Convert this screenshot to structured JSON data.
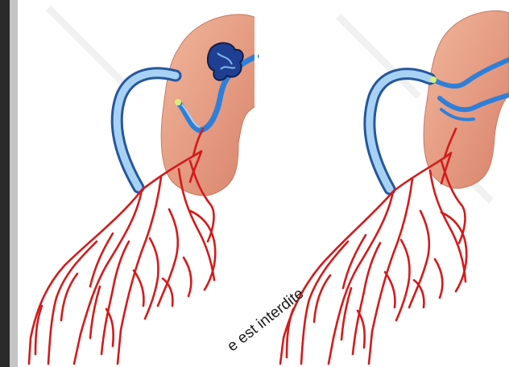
{
  "watermark": {
    "text": "e est interdite"
  },
  "colors": {
    "heart_fill": "#e9a489",
    "heart_shade": "#d7826a",
    "vessel_blue": "#2f7fd8",
    "vessel_light": "#a8d2f4",
    "vessel_outline": "#25579f",
    "artery_red": "#d41a1a",
    "graft_marker": "#d6f07a"
  },
  "panels": [
    {
      "name": "left-panel",
      "annotation": "thrombus-icon"
    },
    {
      "name": "right-panel",
      "annotation": "none"
    }
  ]
}
